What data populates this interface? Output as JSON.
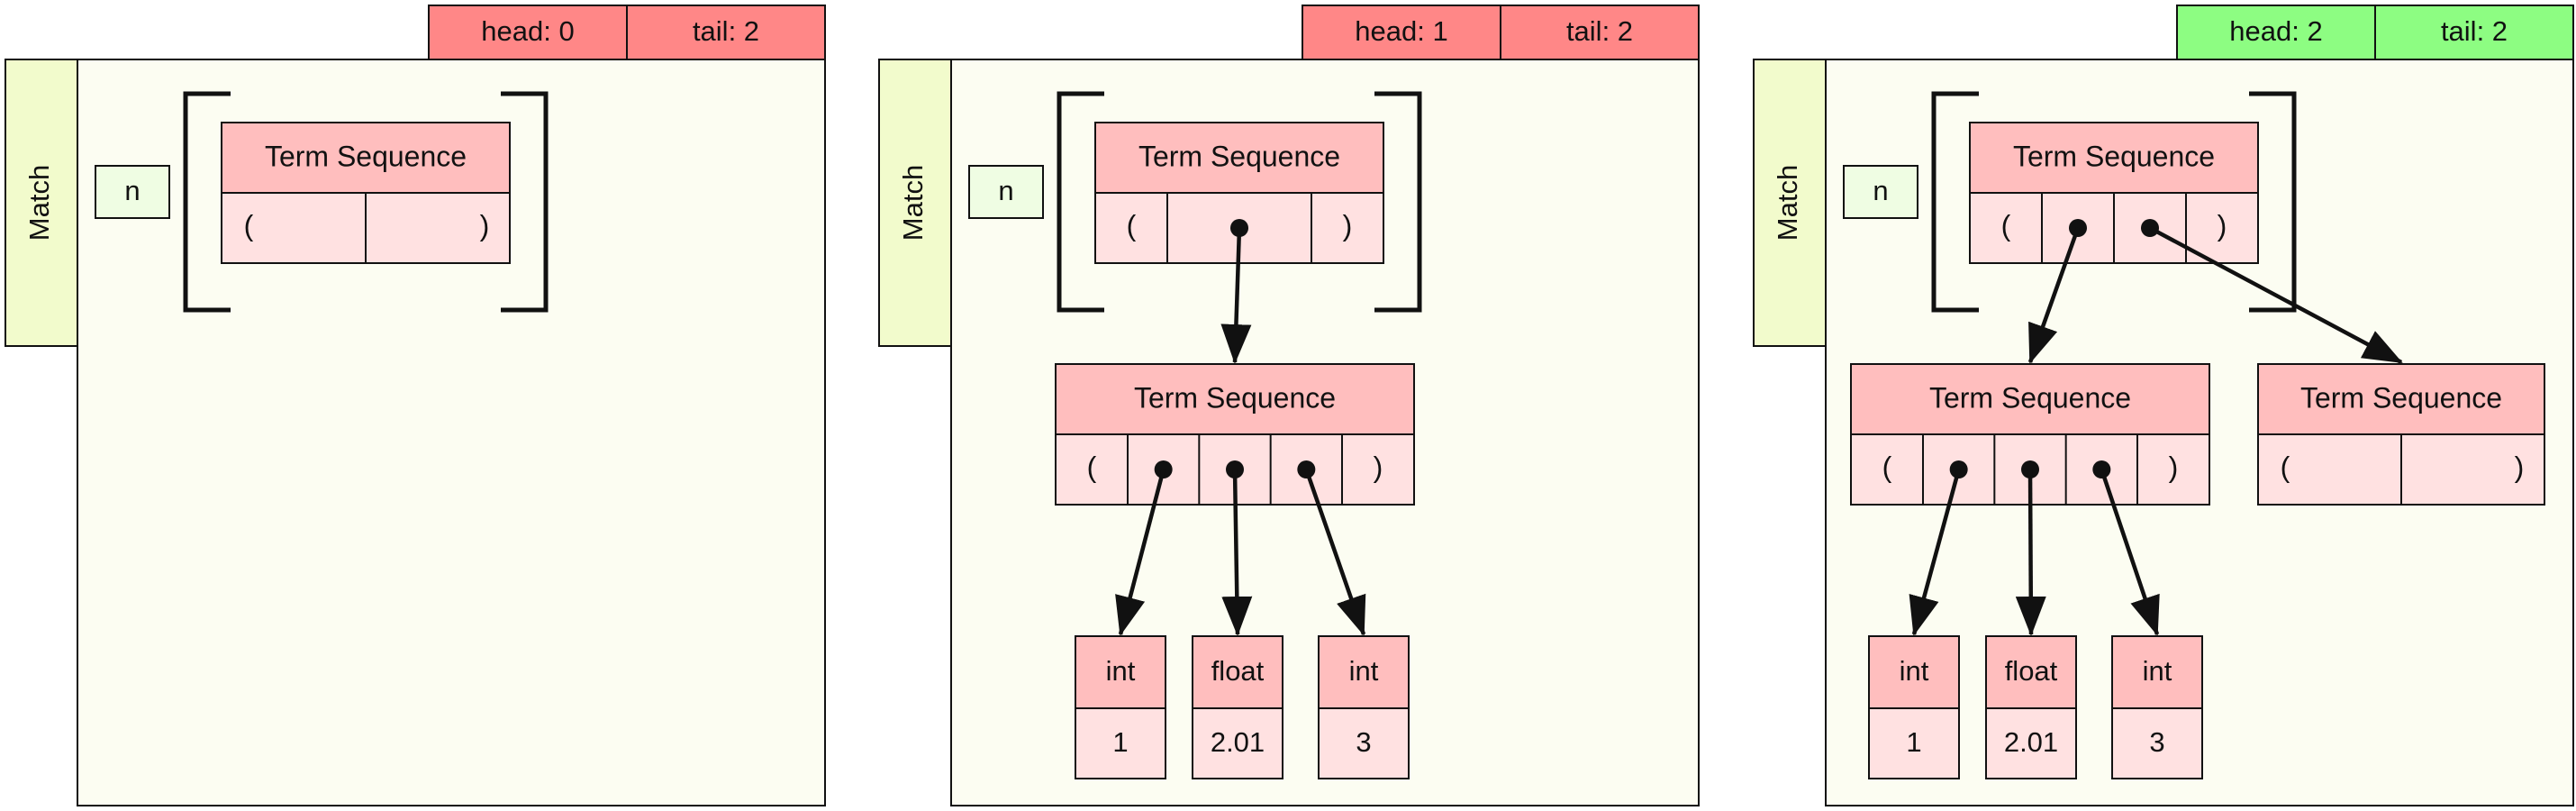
{
  "colors": {
    "panel_bg": "#fcfdf2",
    "match_tab_bg": "#f2fbcc",
    "var_box_bg": "#effde3",
    "header_bad": "#ff8787",
    "header_good": "#8dfd82",
    "node_header": "#ffbebe",
    "node_body": "#ffe1e1",
    "stroke": "#111111"
  },
  "labels": {
    "match_tab": "Match",
    "variable": "n",
    "seq_title": "Term Sequence",
    "open_paren": "(",
    "close_paren": ")"
  },
  "panels": [
    {
      "head_label": "head: 0",
      "tail_label": "tail: 2",
      "status": "bad",
      "root_slots": 0,
      "root_refs": [],
      "subseqs": [],
      "terms": []
    },
    {
      "head_label": "head: 1",
      "tail_label": "tail: 2",
      "status": "bad",
      "root_slots": 1,
      "root_refs": [
        0
      ],
      "subseqs": [
        {
          "slots": 3,
          "refs": [
            0,
            1,
            2
          ]
        }
      ],
      "terms": [
        {
          "type": "int",
          "value": "1"
        },
        {
          "type": "float",
          "value": "2.01"
        },
        {
          "type": "int",
          "value": "3"
        }
      ]
    },
    {
      "head_label": "head: 2",
      "tail_label": "tail: 2",
      "status": "good",
      "root_slots": 2,
      "root_refs": [
        0,
        1
      ],
      "subseqs": [
        {
          "slots": 3,
          "refs": [
            0,
            1,
            2
          ]
        },
        {
          "slots": 0,
          "refs": []
        }
      ],
      "terms": [
        {
          "type": "int",
          "value": "1"
        },
        {
          "type": "float",
          "value": "2.01"
        },
        {
          "type": "int",
          "value": "3"
        }
      ]
    }
  ]
}
